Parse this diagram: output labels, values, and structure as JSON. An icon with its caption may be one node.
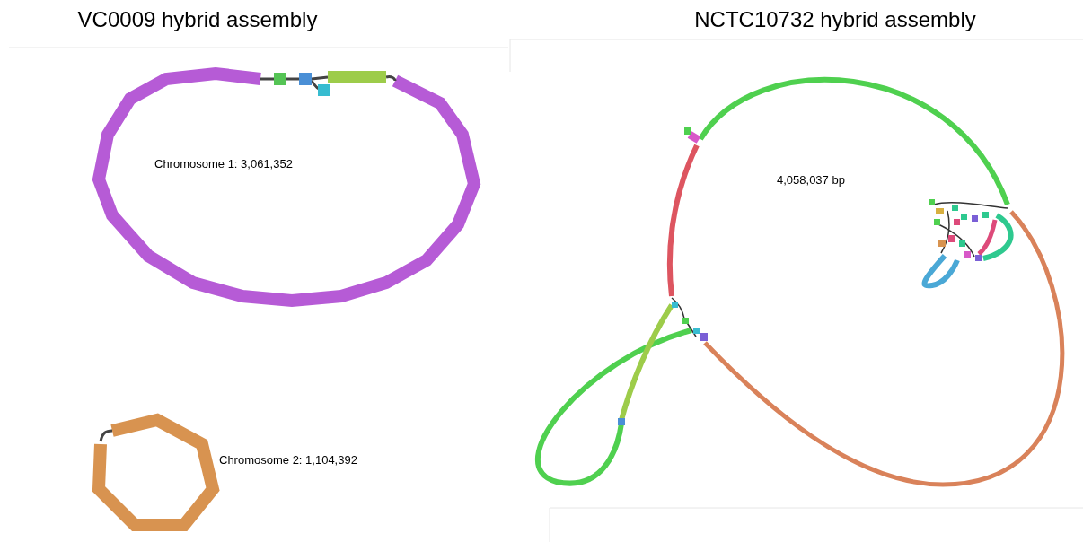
{
  "diagram": {
    "labels": [
      "VC0009 hybrid assembly",
      "NCTC10732 hybrid assembly",
      "Chromosome 1: 3,061,352",
      "Chromosome 2: 1,104,392",
      "4,058,037 bp"
    ]
  }
}
